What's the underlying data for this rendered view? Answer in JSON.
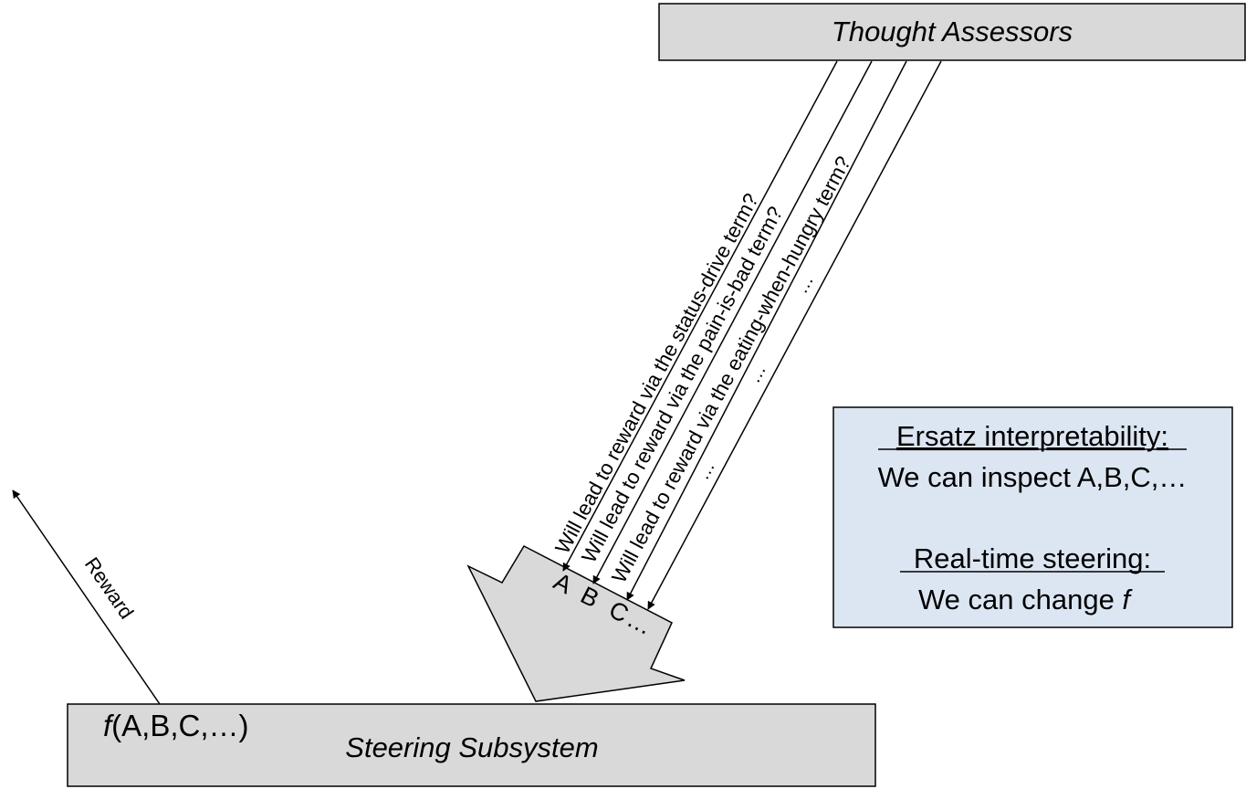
{
  "boxes": {
    "thought_assessors": "Thought Assessors",
    "steering_subsystem": "Steering Subsystem",
    "function_f": "f",
    "function_args": "(A,B,C,…)"
  },
  "signals": [
    "Will lead to reward via the status-drive term?",
    "Will lead to reward via the pain-is-bad term?",
    "Will lead to reward via the eating-when-hungry term?",
    "…"
  ],
  "signal_ellipses": [
    "…",
    "…",
    "…"
  ],
  "arrow_letters": [
    "A",
    "B",
    "C",
    "…"
  ],
  "reward_label": "Reward",
  "info_box": {
    "heading1": "Ersatz interpretability:",
    "line1": "We can inspect A,B,C,…",
    "heading2": "Real-time steering:",
    "line2_prefix": "We can change ",
    "line2_var": "f"
  },
  "colors": {
    "box_fill": "#d9d9d9",
    "info_fill": "#dce6f2",
    "stroke": "#000000"
  }
}
